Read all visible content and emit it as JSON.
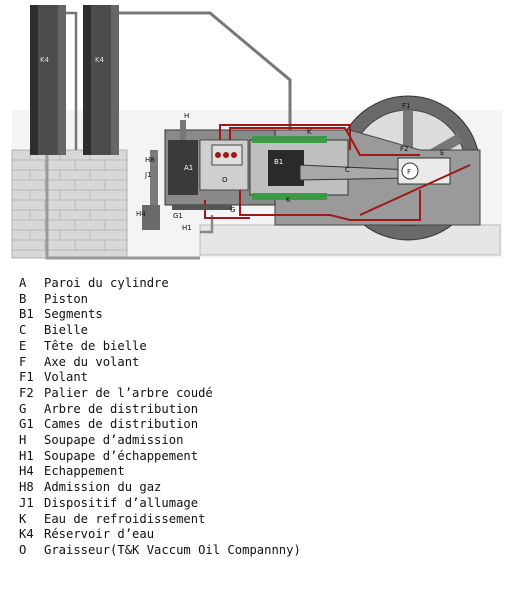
{
  "diagram": {
    "labels": {
      "K4a": "K4",
      "K4b": "K4",
      "F1": "F1",
      "H": "H",
      "K_top": "K",
      "A1": "A1",
      "O_lbl": "O",
      "B1_lbl": "B1",
      "C_lbl": "C",
      "F2_lbl": "F2",
      "E_lbl": "E",
      "F_lbl": "F",
      "H8_lbl": "H8",
      "J1_lbl": "J1",
      "H4_lbl": "H4",
      "G1_lbl": "G1",
      "H1_lbl": "H1",
      "G_lbl": "G",
      "K_bottom": "K"
    },
    "colors": {
      "chimney": "#4c4c4c",
      "chimney_dark": "#2e2e2e",
      "wall": "#cfcfcf",
      "metal": "#8a8a8a",
      "metal_dark": "#3a3a3a",
      "coolant": "#3a9a45",
      "pipe_red": "#a01818",
      "flywheel": "#6a6a6a"
    }
  },
  "legend": [
    {
      "code": "A",
      "text": "Paroi du cylindre"
    },
    {
      "code": "B",
      "text": "Piston"
    },
    {
      "code": "B1",
      "text": "Segments"
    },
    {
      "code": "C",
      "text": "Bielle"
    },
    {
      "code": "E",
      "text": "Tête de bielle"
    },
    {
      "code": "F",
      "text": "Axe du volant"
    },
    {
      "code": "F1",
      "text": "Volant"
    },
    {
      "code": "F2",
      "text": "Palier de l’arbre coudé"
    },
    {
      "code": "G",
      "text": "Arbre de distribution"
    },
    {
      "code": "G1",
      "text": "Cames de distribution"
    },
    {
      "code": "H",
      "text": "Soupape d’admission"
    },
    {
      "code": "H1",
      "text": "Soupape d’échappement"
    },
    {
      "code": "H4",
      "text": "Echappement"
    },
    {
      "code": "H8",
      "text": "Admission du gaz"
    },
    {
      "code": "J1",
      "text": "Dispositif d’allumage"
    },
    {
      "code": "K",
      "text": "Eau de refroidissement"
    },
    {
      "code": "K4",
      "text": "Réservoir d’eau"
    },
    {
      "code": "O",
      "text": "Graisseur(T&K Vaccum Oil Compannny)"
    }
  ]
}
